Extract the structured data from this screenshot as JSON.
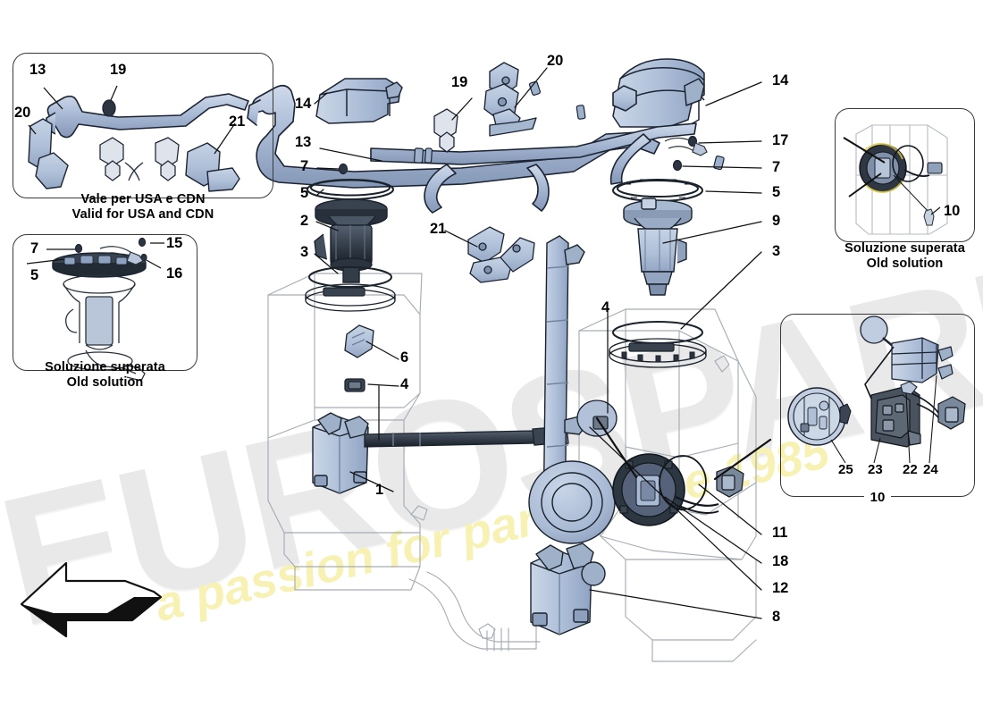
{
  "diagram": {
    "title": "Fuel system components exploded parts diagram",
    "watermark": {
      "brand": "EUROSPARES",
      "tagline": "a passion for parts since 1985"
    },
    "colors": {
      "part_fill": "#b4c4dc",
      "part_fill_dark": "#93a6c4",
      "part_stroke": "#1c2433",
      "outline_stroke": "#9aa2ab",
      "leader_line": "#111111",
      "inset_border": "#3a3a3a",
      "watermark_grey": "#e9e9e9",
      "watermark_yellow": "#f7f2b4"
    }
  },
  "insets": [
    {
      "id": "usa",
      "caption_line1": "Vale per USA e CDN",
      "caption_line2": "Valid for USA and CDN",
      "callouts": [
        "13",
        "19",
        "20",
        "21"
      ]
    },
    {
      "id": "old-left",
      "caption_line1": "Soluzione superata",
      "caption_line2": "Old solution",
      "callouts": [
        "7",
        "5",
        "15",
        "16"
      ]
    },
    {
      "id": "old-right",
      "caption_line1": "Soluzione superata",
      "caption_line2": "Old solution",
      "callouts": [
        "10"
      ]
    },
    {
      "id": "assembly",
      "group_label": "10",
      "callouts": [
        "25",
        "23",
        "22",
        "24"
      ]
    }
  ],
  "callouts": {
    "usa_13": "13",
    "usa_19": "19",
    "usa_20": "20",
    "usa_21": "21",
    "oldleft_7": "7",
    "oldleft_5": "5",
    "oldleft_15": "15",
    "oldleft_16": "16",
    "oldright_10": "10",
    "asm_25": "25",
    "asm_23": "23",
    "asm_22": "22",
    "asm_24": "24",
    "main_14_left": "14",
    "main_19": "19",
    "main_20": "20",
    "main_14_right": "14",
    "main_13": "13",
    "main_17": "17",
    "main_7_left": "7",
    "main_7_right": "7",
    "main_5_left": "5",
    "main_5_right": "5",
    "main_2": "2",
    "main_9": "9",
    "main_3_left": "3",
    "main_3_right": "3",
    "main_21": "21",
    "main_4_left": "4",
    "main_4_right": "4",
    "main_6": "6",
    "main_1": "1",
    "main_11": "11",
    "main_18": "18",
    "main_12": "12",
    "main_8": "8"
  },
  "icons": {
    "direction_arrow": "direction-arrow-icon"
  }
}
